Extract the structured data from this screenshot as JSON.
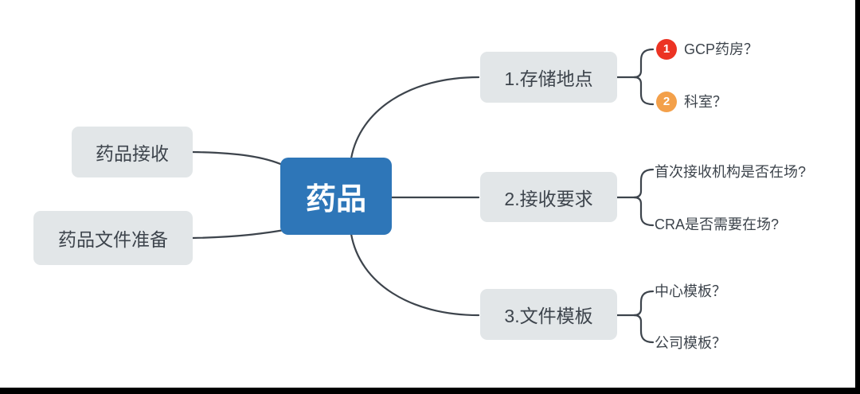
{
  "canvas": {
    "background_color": "#ffffff",
    "connector_color": "#3d444c",
    "node_fill_color": "#e2e6e8",
    "node_text_color": "#3d444c"
  },
  "mindmap": {
    "root": {
      "label": "药品",
      "bg_color": "#2e76b8",
      "text_color": "#ffffff"
    },
    "left_nodes": [
      {
        "label": "药品接收"
      },
      {
        "label": "药品文件准备"
      }
    ],
    "right_nodes": [
      {
        "label": "1.存储地点",
        "children": [
          {
            "badge": "1",
            "badge_color": "#ec3323",
            "label": "GCP药房？"
          },
          {
            "badge": "2",
            "badge_color": "#f3a04a",
            "label": "科室？"
          }
        ]
      },
      {
        "label": "2.接收要求",
        "children": [
          {
            "label": "首次接收机构是否在场?"
          },
          {
            "label": "CRA是否需要在场?"
          }
        ]
      },
      {
        "label": "3.文件模板",
        "children": [
          {
            "label": "中心模板？"
          },
          {
            "label": "公司模板？"
          }
        ]
      }
    ]
  }
}
